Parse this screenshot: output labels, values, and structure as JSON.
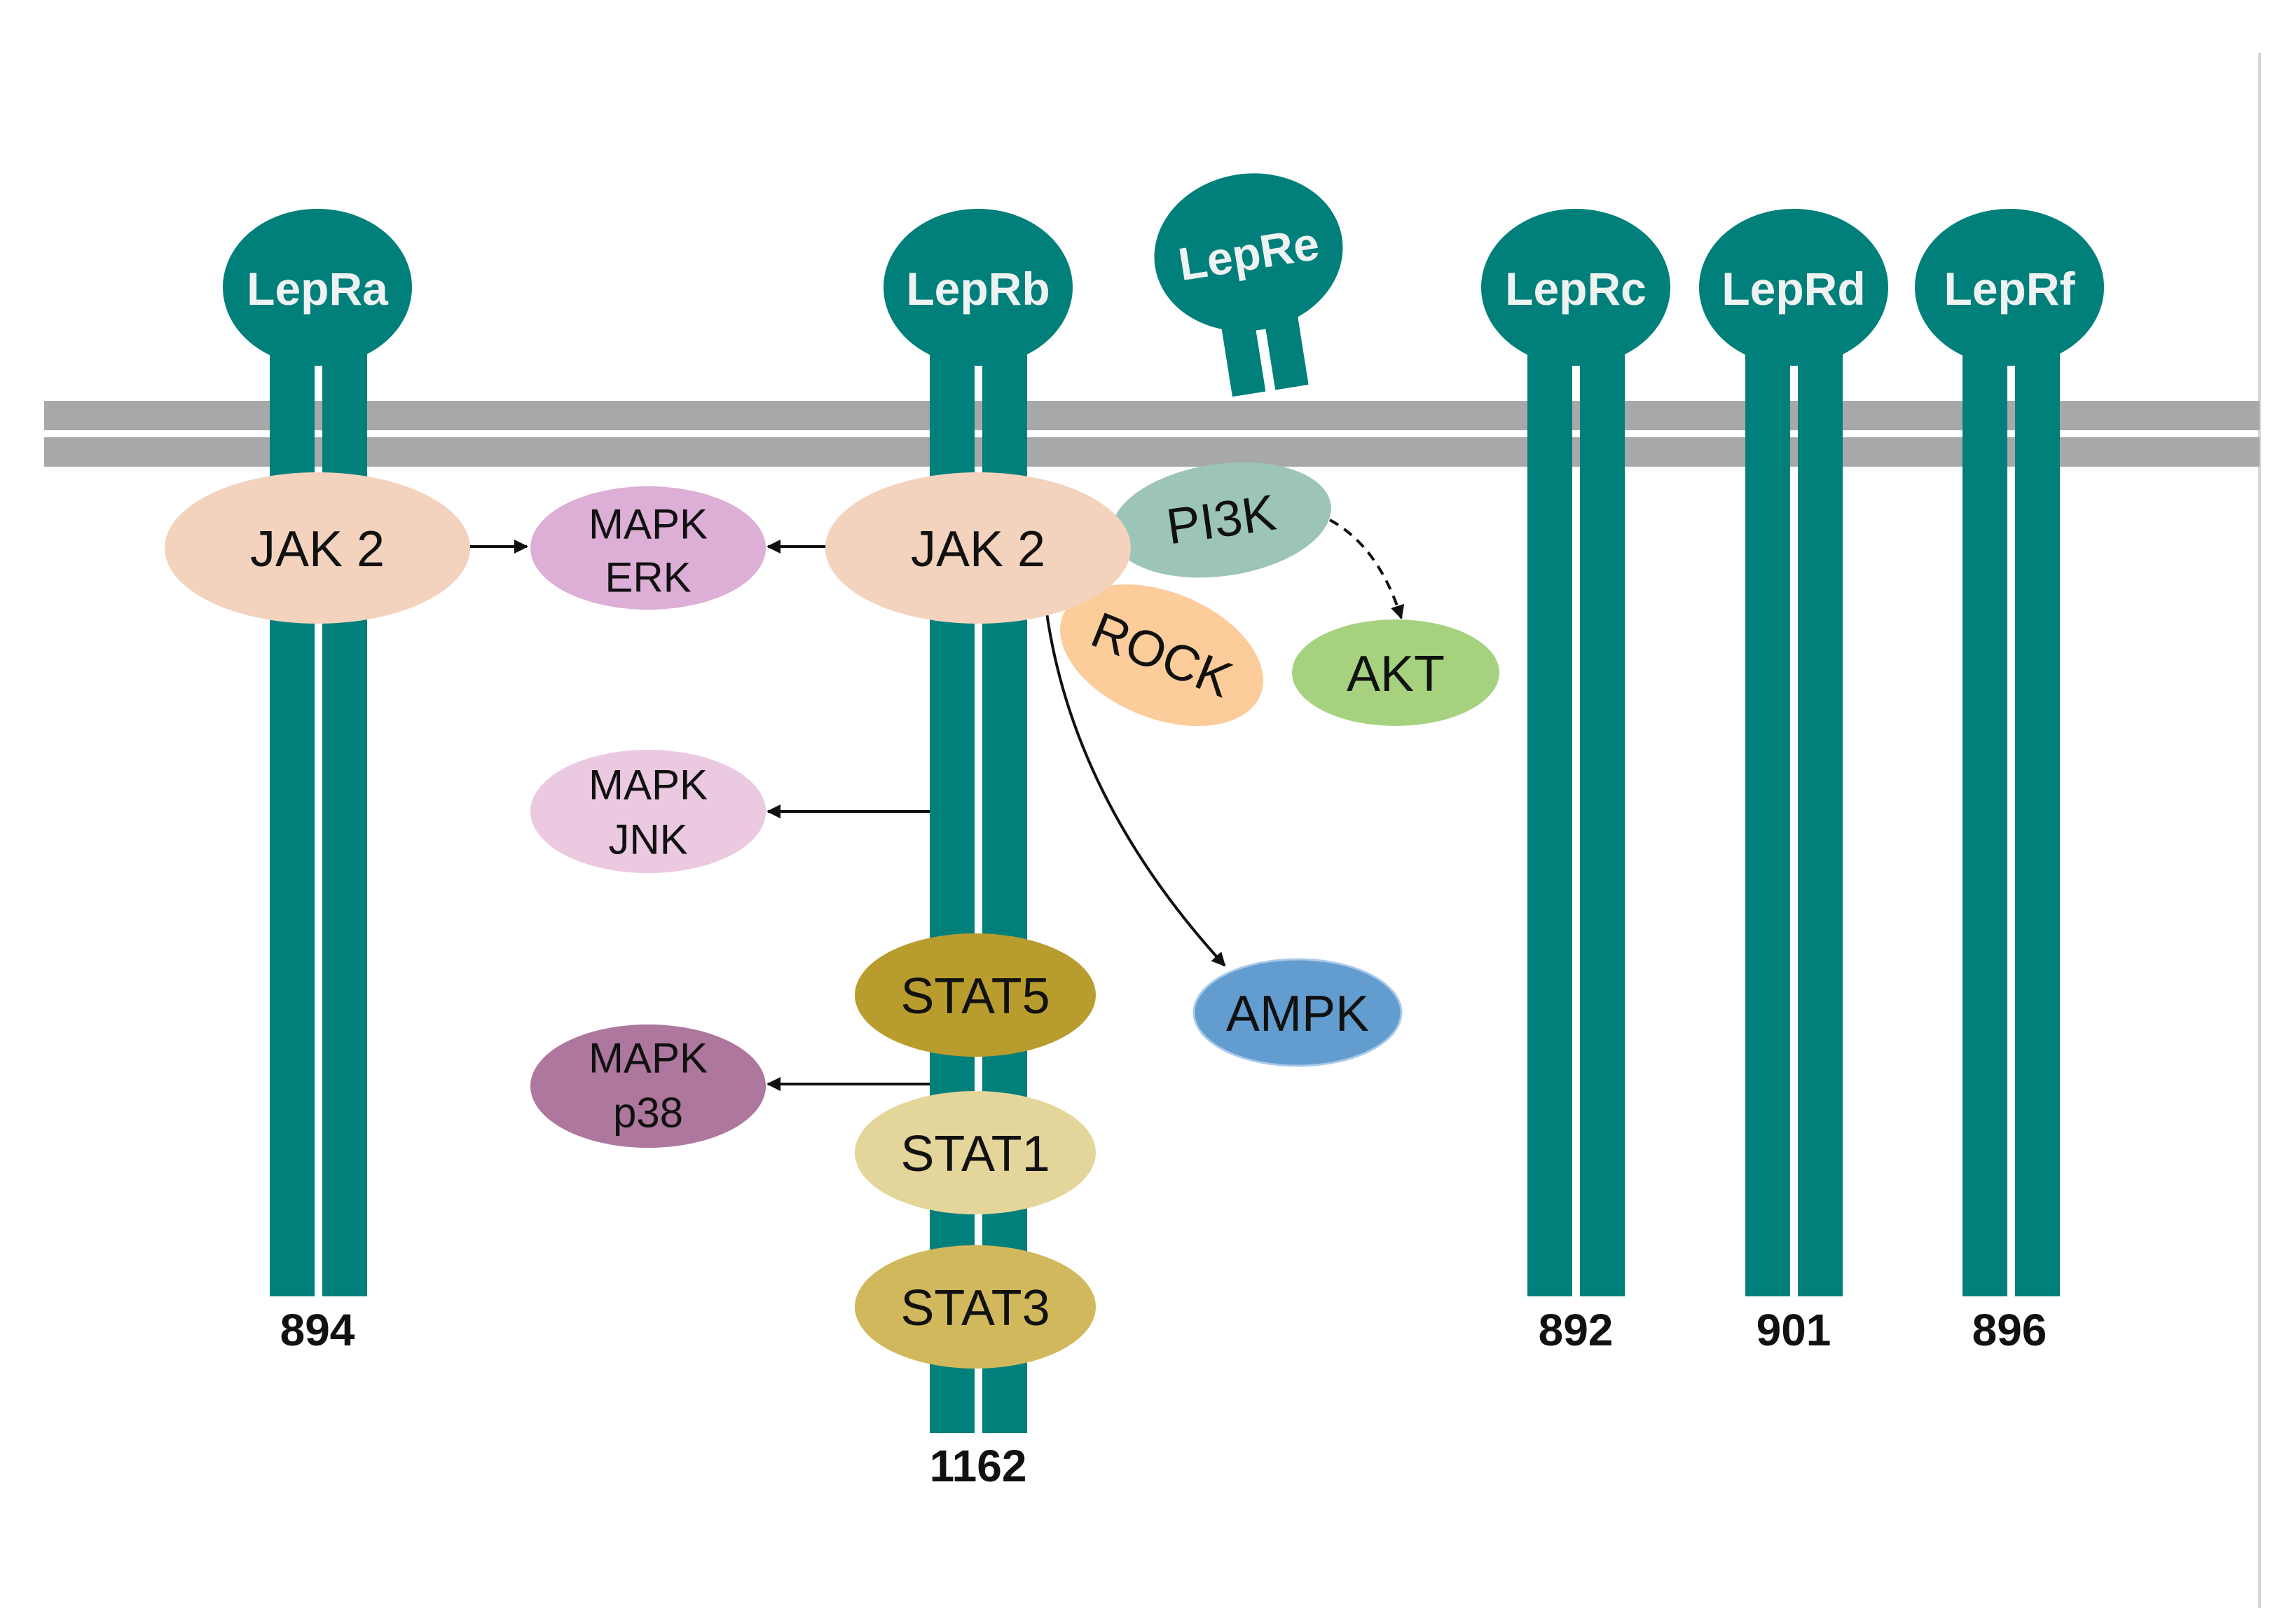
{
  "colors": {
    "receptor": "#007f7b",
    "membrane": "#a7a8aa",
    "jak2": "#f3d3bd",
    "mapk_erk": "#ddaed6",
    "mapk_jnk": "#ebc9e1",
    "mapk_p38": "#ad779e",
    "pi3k": "#9cc4b8",
    "akt": "#a6d27f",
    "rock": "#fdcc9b",
    "ampk": "#639ccf",
    "stat5": "#b99c2e",
    "stat1": "#e4d59a",
    "stat3": "#d2b85c",
    "arrow": "#111111",
    "divider": "#d6d6d6"
  },
  "receptors": {
    "lepra": {
      "label": "LepRa",
      "length": "894"
    },
    "leprb": {
      "label": "LepRb",
      "length": "1162"
    },
    "lepre": {
      "label": "LepRe"
    },
    "leprc": {
      "label": "LepRc",
      "length": "892"
    },
    "leprd": {
      "label": "LepRd",
      "length": "901"
    },
    "leprf": {
      "label": "LepRf",
      "length": "896"
    }
  },
  "nodes": {
    "jak2_a": "JAK 2",
    "jak2_b": "JAK 2",
    "mapk_erk": {
      "line1": "MAPK",
      "line2": "ERK"
    },
    "mapk_jnk": {
      "line1": "MAPK",
      "line2": "JNK"
    },
    "mapk_p38": {
      "line1": "MAPK",
      "line2": "p38"
    },
    "pi3k": "PI3K",
    "akt": "AKT",
    "rock": "ROCK",
    "ampk": "AMPK",
    "stat5": "STAT5",
    "stat1": "STAT1",
    "stat3": "STAT3"
  }
}
